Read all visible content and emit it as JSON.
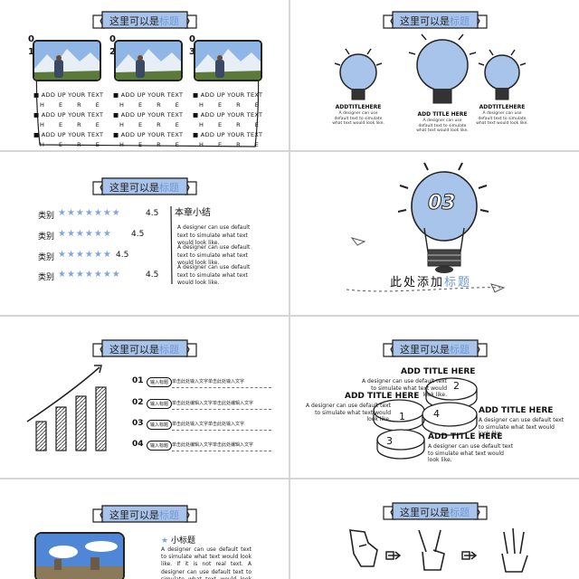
{
  "ribbon": {
    "main": "这里可以是",
    "highlight": "标题"
  },
  "slide1": {
    "numbers": [
      "0\n1",
      "0\n2",
      "0\n3"
    ],
    "bullets": [
      [
        "■ ADD UP YOUR TEXT",
        "H E R E",
        "■ ADD UP YOUR TEXT",
        "H E R E",
        "■ ADD UP YOUR TEXT",
        "H E R E"
      ],
      [
        "■ ADD UP YOUR TEXT",
        "H E R E",
        "■ ADD UP YOUR TEXT",
        "H E R E",
        "■ ADD UP YOUR TEXT",
        "H E R E"
      ],
      [
        "■ ADD UP YOUR TEXT",
        "H E R E",
        "■ ADD UP YOUR TEXT",
        "H E R E",
        "■ ADD UP YOUR TEXT",
        "H E R E"
      ]
    ]
  },
  "slide2": {
    "labels": [
      "ADDTITLEHERE",
      "ADD TITLE HERE",
      "ADDTITLEHERE"
    ],
    "texts": [
      "A designer can use default text to simulate what text would look like.",
      "A designer can use default text to simulate what text would look like.",
      "A designer can use default text to simulate what text would look like."
    ]
  },
  "slide3": {
    "categories": [
      "类别",
      "类别",
      "类别",
      "类别"
    ],
    "scores": [
      "4.5",
      "4.5",
      "4.5",
      "4.5"
    ],
    "stars": [
      "★★★★★★★",
      "★★★★★★",
      "★★★★★★",
      "★★★★★★★"
    ],
    "heading": "本章小结",
    "texts": [
      "A designer can use default text to simulate what text would look like.",
      "A designer can use default text to simulate what text would look like.",
      "A designer can use default text to simulate what text would look like."
    ]
  },
  "slide4": {
    "number": "03",
    "title_main": "此处添加",
    "title_highlight": "标题"
  },
  "slide5": {
    "rows": [
      {
        "num": "01",
        "tag": "输入标题",
        "text": "单击此处输入文字单击此处输入文字"
      },
      {
        "num": "02",
        "tag": "输入标题",
        "text": "单击此处编辑入文字单击此处编辑入文字"
      },
      {
        "num": "03",
        "tag": "输入标题",
        "text": "单击此处输入文字单击此处输入文字"
      },
      {
        "num": "04",
        "tag": "输入标题",
        "text": "单击此处编辑入文字单击此处编辑入文字"
      }
    ]
  },
  "slide6": {
    "items": [
      {
        "title": "ADD TITLE HERE",
        "text": "A designer can use default text to simulate what text would look like.",
        "num": "2"
      },
      {
        "title": "ADD TITLE HERE",
        "text": "A designer can use default text to simulate what text would look like.",
        "num": "1"
      },
      {
        "title": "ADD TITLE HERE",
        "text": "A designer can use default text to simulate what text would look like.",
        "num": "4"
      },
      {
        "title": "ADD TITLE HERE",
        "text": "A designer can use default text to simulate what text would look like.",
        "num": "3"
      }
    ]
  },
  "slide7": {
    "subtitle": "小标题",
    "text": "A designer can use default text to simulate what text would look like. If it is not real text. A designer can use default text to simulate what text would look like."
  },
  "colors": {
    "accent": "#7fa6dd",
    "ribbon_fill": "#a9c4ea",
    "ink": "#222222"
  }
}
